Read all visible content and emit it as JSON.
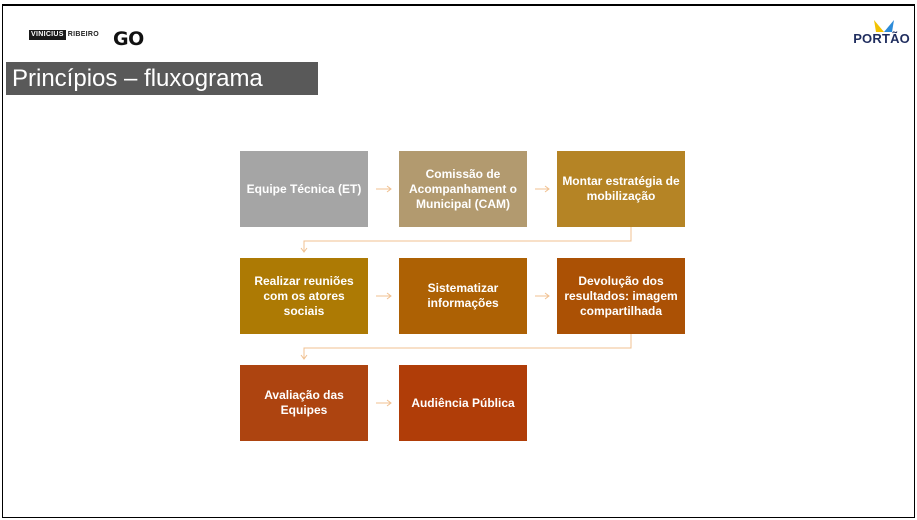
{
  "header": {
    "logo_left_vr_box": "VINICIUS",
    "logo_left_vr_word": "RIBEIRO",
    "logo_left_go": "GO",
    "logo_right_name": "PORTÃO"
  },
  "slide": {
    "title": "Princípios – fluxograma"
  },
  "flowchart": {
    "nodes": [
      {
        "id": "et",
        "label": "Equipe Técnica (ET)",
        "color": "#a5a5a5"
      },
      {
        "id": "cam",
        "label": "Comissão de Acompanhament o Municipal (CAM)",
        "color": "#b29a6f"
      },
      {
        "id": "mobilizacao",
        "label": "Montar estratégia de mobilização",
        "color": "#b58425"
      },
      {
        "id": "reunioes",
        "label": "Realizar reuniões com os atores sociais",
        "color": "#ad7a04"
      },
      {
        "id": "sistematizar",
        "label": "Sistematizar informações",
        "color": "#ad6104"
      },
      {
        "id": "devolucao",
        "label": "Devolução dos resultados: imagem compartilhada",
        "color": "#ab5105"
      },
      {
        "id": "avaliacao",
        "label": "Avaliação das Equipes",
        "color": "#ad4410"
      },
      {
        "id": "audiencia",
        "label": "Audiência Pública",
        "color": "#b03d08"
      }
    ],
    "edges": [
      [
        "et",
        "cam"
      ],
      [
        "cam",
        "mobilizacao"
      ],
      [
        "mobilizacao",
        "reunioes"
      ],
      [
        "reunioes",
        "sistematizar"
      ],
      [
        "sistematizar",
        "devolucao"
      ],
      [
        "devolucao",
        "avaliacao"
      ],
      [
        "avaliacao",
        "audiencia"
      ]
    ],
    "connector_color": "#f0c090"
  }
}
